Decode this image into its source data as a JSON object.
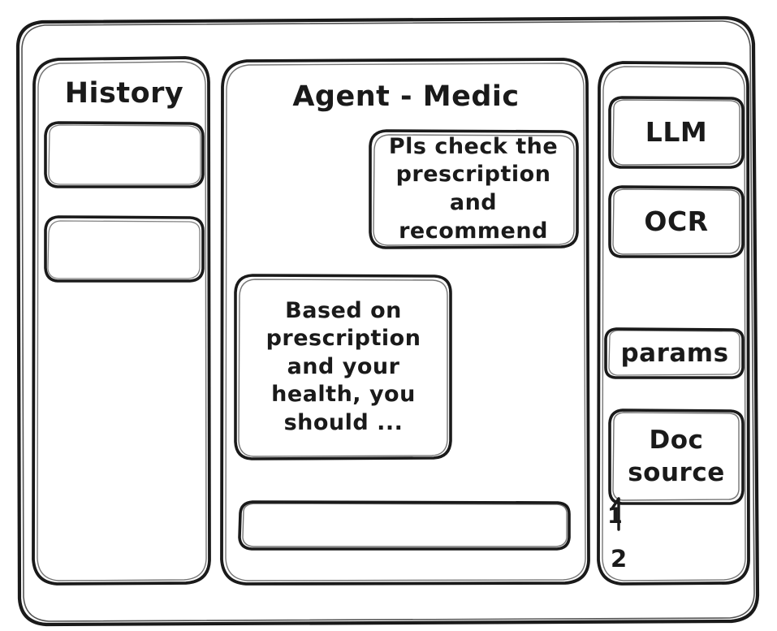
{
  "window": {
    "name": "agent-medic-wireframe"
  },
  "sidebar": {
    "title": "History",
    "items": [
      {
        "label": ""
      },
      {
        "label": ""
      }
    ]
  },
  "main": {
    "title": "Agent - Medic",
    "messages": [
      {
        "role": "user",
        "text": "Pls check the\nprescription\nand recommend"
      },
      {
        "role": "agent",
        "text": "Based on\nprescription\nand your\nhealth, you\nshould ..."
      }
    ],
    "composer": {
      "value": "",
      "placeholder": ""
    }
  },
  "tools": {
    "items": [
      {
        "label": "LLM"
      },
      {
        "label": "OCR"
      },
      {
        "label": "params"
      },
      {
        "label": "Doc\nsource"
      }
    ],
    "doc_source_list": [
      {
        "marker": "1"
      },
      {
        "marker": "2"
      }
    ]
  },
  "colors": {
    "ink": "#1a1a1a",
    "paper": "#ffffff"
  }
}
